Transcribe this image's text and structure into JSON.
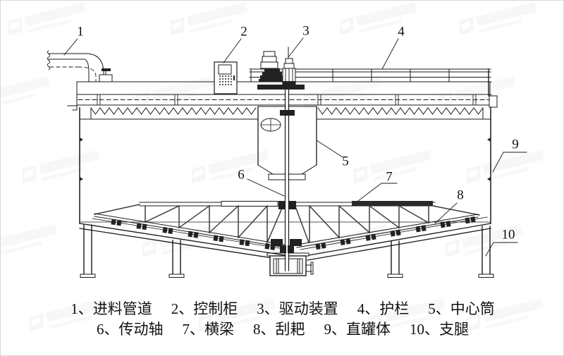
{
  "drawing": {
    "kind": "thickener-elevation-diagram",
    "colors": {
      "line": "#1a1a1a",
      "background": "#ffffff",
      "watermark": "#8890a0"
    }
  },
  "callouts": [
    "1",
    "2",
    "3",
    "4",
    "5",
    "6",
    "7",
    "8",
    "9",
    "10"
  ],
  "legend": {
    "row1": [
      "1、进料管道",
      "2、控制柜",
      "3、驱动装置",
      "4、护栏",
      "5、中心筒"
    ],
    "row2": [
      "6、传动轴",
      "7、横梁",
      "8、刮耙",
      "9、直罐体",
      "10、支腿"
    ]
  },
  "parts": [
    {
      "num": "1",
      "name": "进料管道"
    },
    {
      "num": "2",
      "name": "控制柜"
    },
    {
      "num": "3",
      "name": "驱动装置"
    },
    {
      "num": "4",
      "name": "护栏"
    },
    {
      "num": "5",
      "name": "中心筒"
    },
    {
      "num": "6",
      "name": "传动轴"
    },
    {
      "num": "7",
      "name": "横梁"
    },
    {
      "num": "8",
      "name": "刮耙"
    },
    {
      "num": "9",
      "name": "直罐体"
    },
    {
      "num": "10",
      "name": "支腿"
    }
  ]
}
